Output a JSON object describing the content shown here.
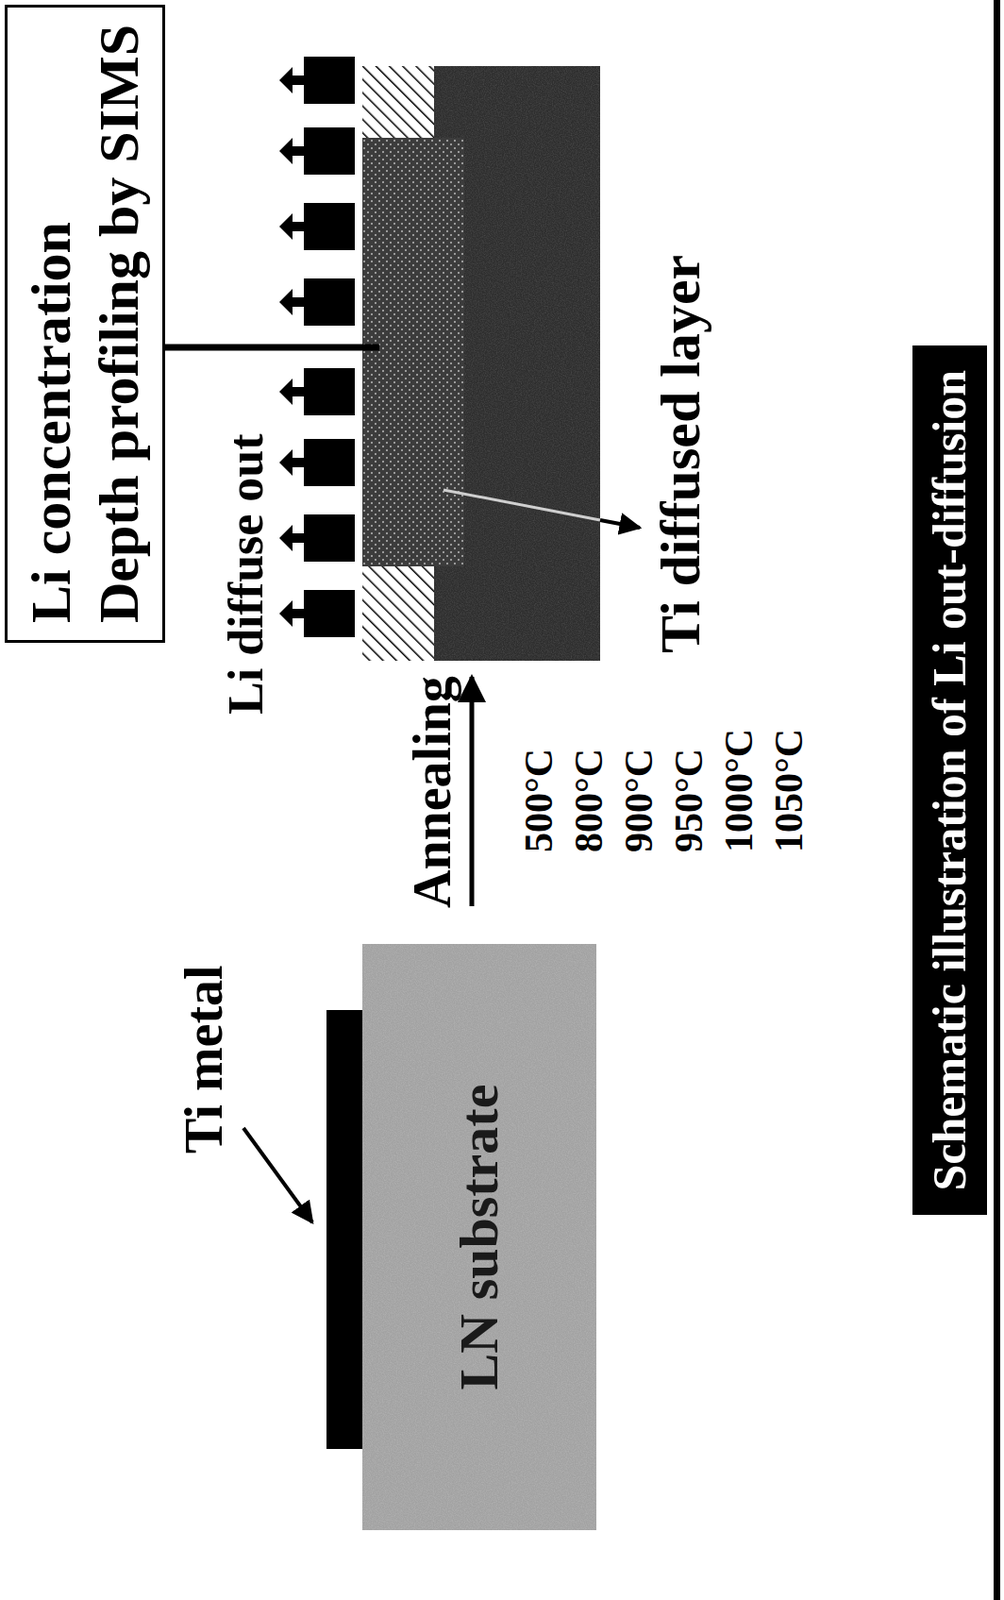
{
  "diagram": {
    "caption": "Schematic illustration of Li out-diffusion",
    "nodes": [
      {
        "text": [
          "Li concentration",
          "Depth profiling by SIMS"
        ]
      },
      {
        "text": [
          "LN substrate"
        ]
      }
    ],
    "labels": [
      "Ti metal",
      "Annealing",
      "500°C",
      "800°C",
      "900°C",
      "950°C",
      "1000°C",
      "1050°C",
      "Li diffuse out",
      "Ti diffused layer"
    ]
  }
}
